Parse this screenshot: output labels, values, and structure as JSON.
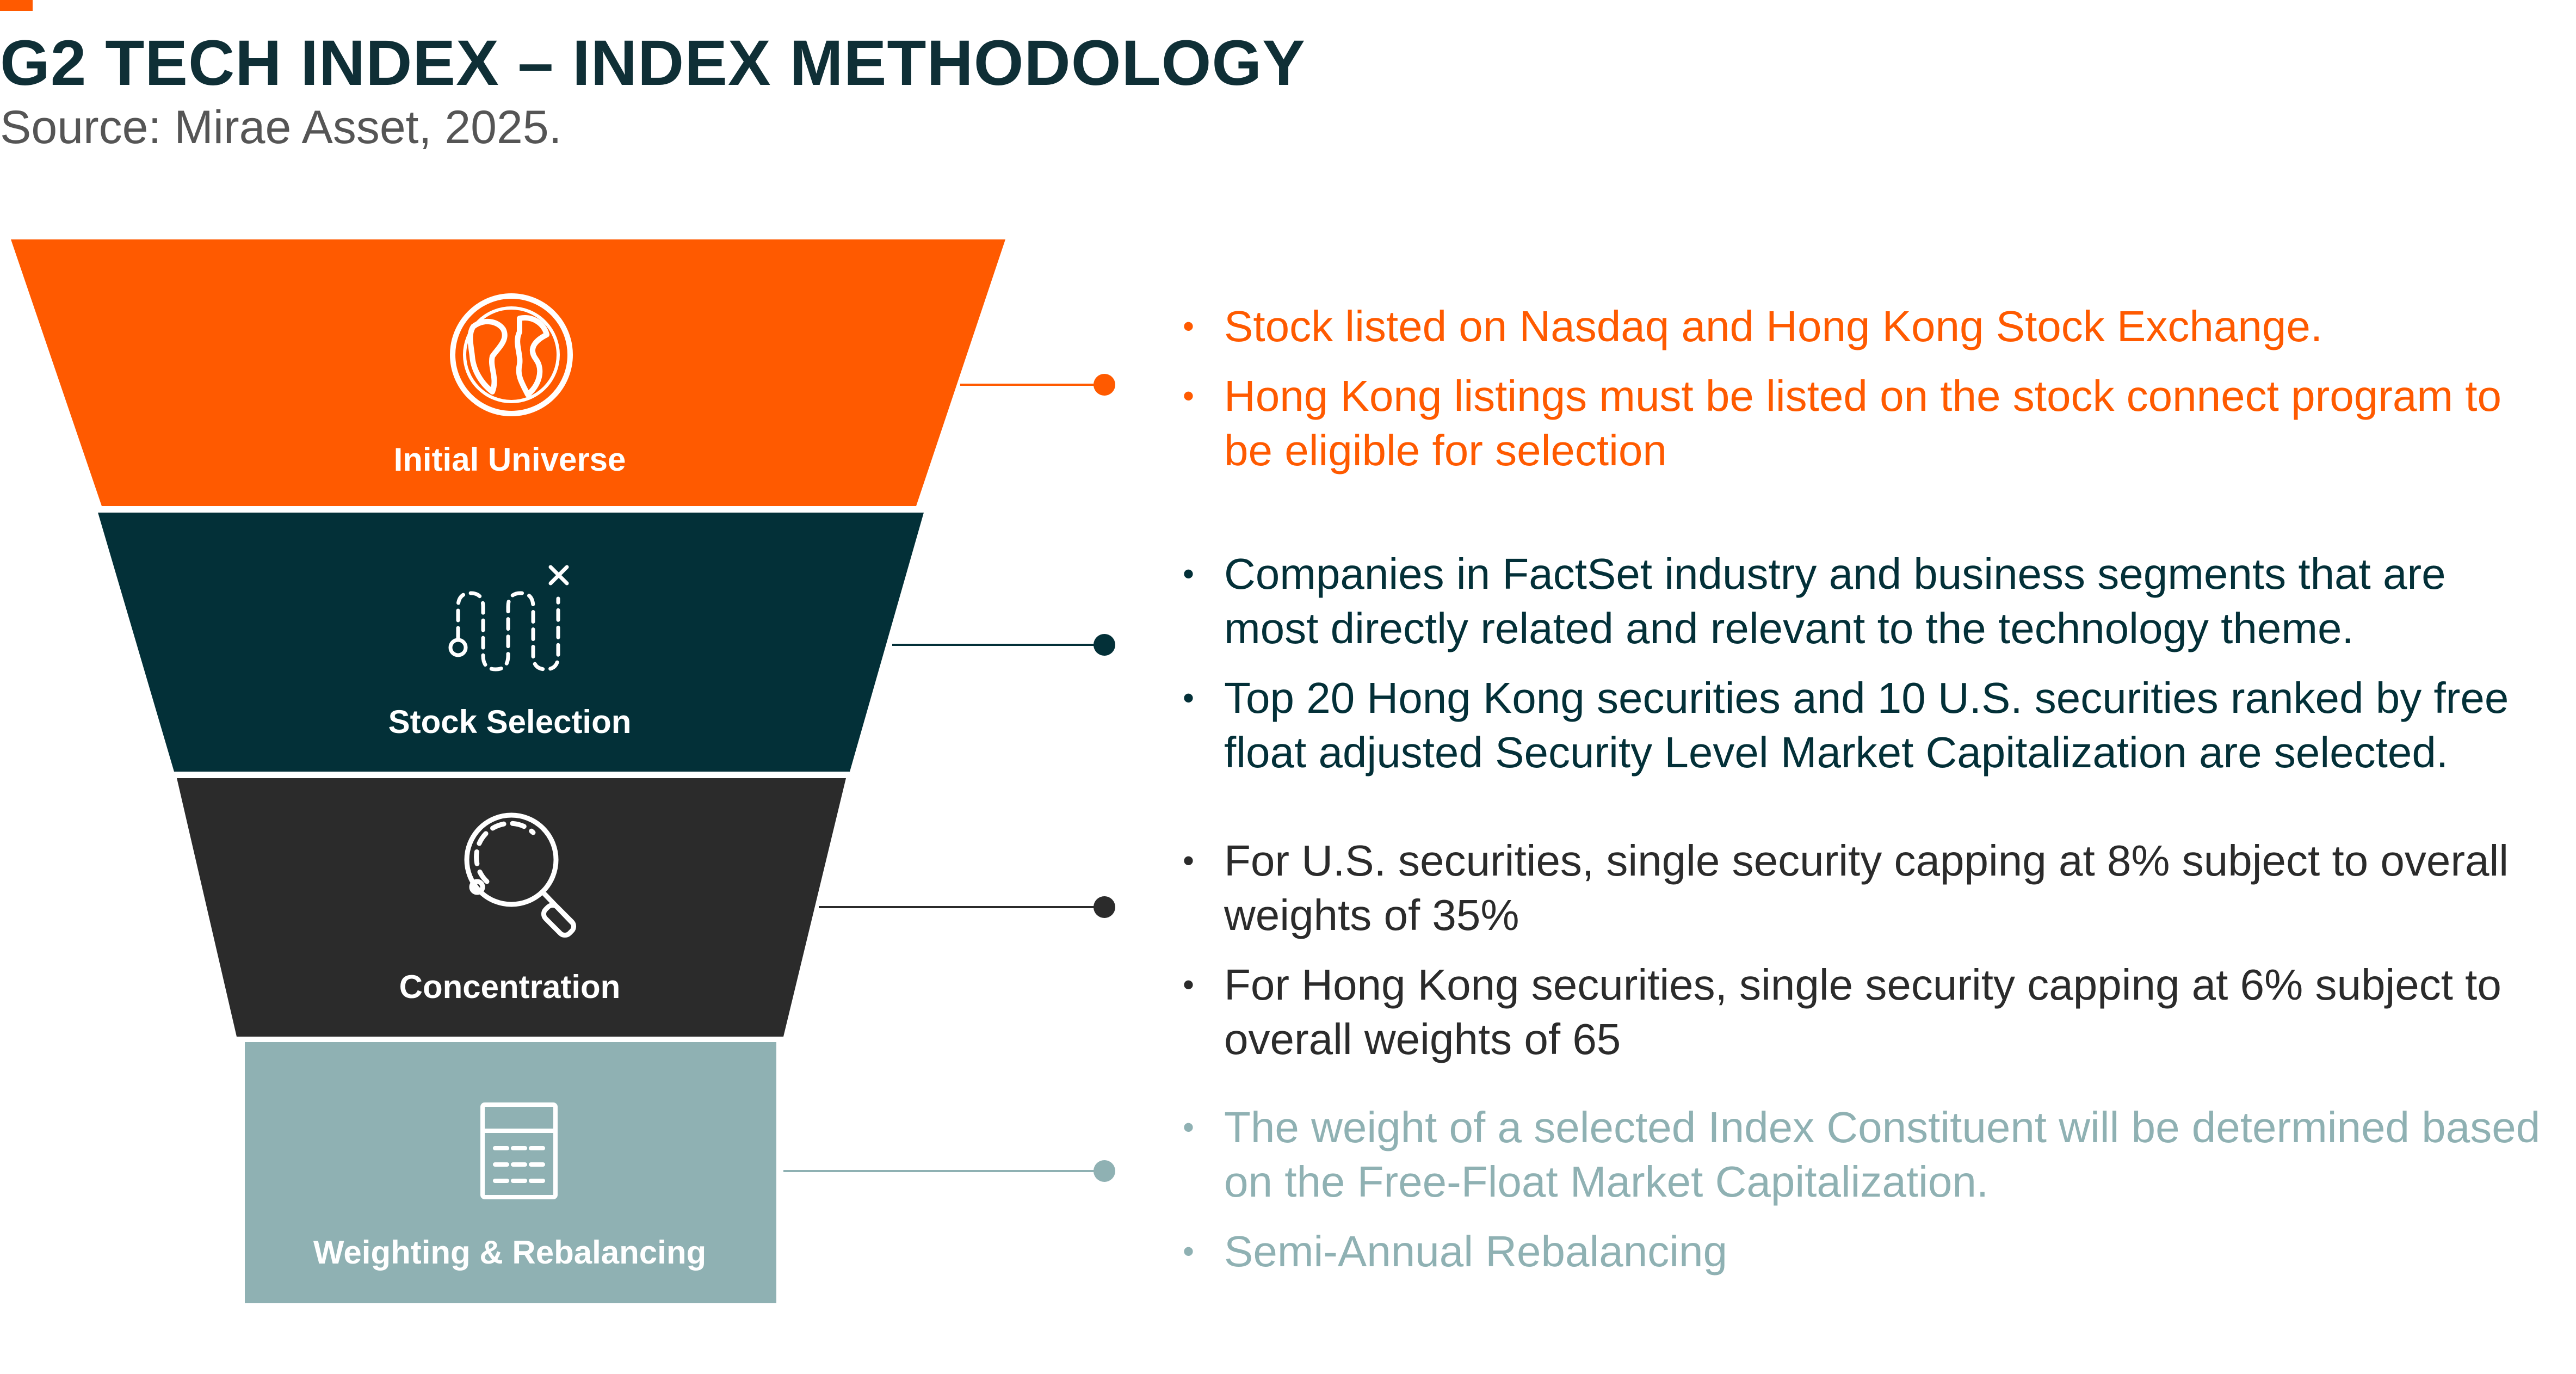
{
  "header": {
    "title": "G2 TECH INDEX – INDEX METHODOLOGY",
    "subtitle": "Source: Mirae Asset, 2025."
  },
  "colors": {
    "accent": "#ff5a00",
    "stage_1": "#ff5a00",
    "stage_2": "#033038",
    "stage_3": "#2b2b2b",
    "stage_4": "#8fb1b3"
  },
  "stages": [
    {
      "label": "Initial Universe",
      "icon": "globe-icon",
      "bullets": [
        "Stock listed on Nasdaq and Hong Kong Stock Exchange.",
        "Hong Kong listings must be listed on the stock connect program to be eligible for selection"
      ]
    },
    {
      "label": "Stock Selection",
      "icon": "path-route-icon",
      "bullets": [
        "Companies in FactSet industry and business segments that are most directly related and relevant to the technology theme.",
        "Top 20 Hong Kong securities and 10 U.S. securities ranked by free float adjusted Security Level Market Capitalization are selected."
      ]
    },
    {
      "label": "Concentration",
      "icon": "magnifier-icon",
      "bullets": [
        "For U.S. securities, single security capping at 8% subject to overall weights of 35%",
        "For Hong Kong securities, single security capping at 6% subject to overall weights of 65"
      ]
    },
    {
      "label": "Weighting & Rebalancing",
      "icon": "calculator-icon",
      "bullets": [
        "The weight of a selected Index Constituent will be determined based on the Free-Float Market Capitalization.",
        "Semi-Annual Rebalancing"
      ]
    }
  ]
}
